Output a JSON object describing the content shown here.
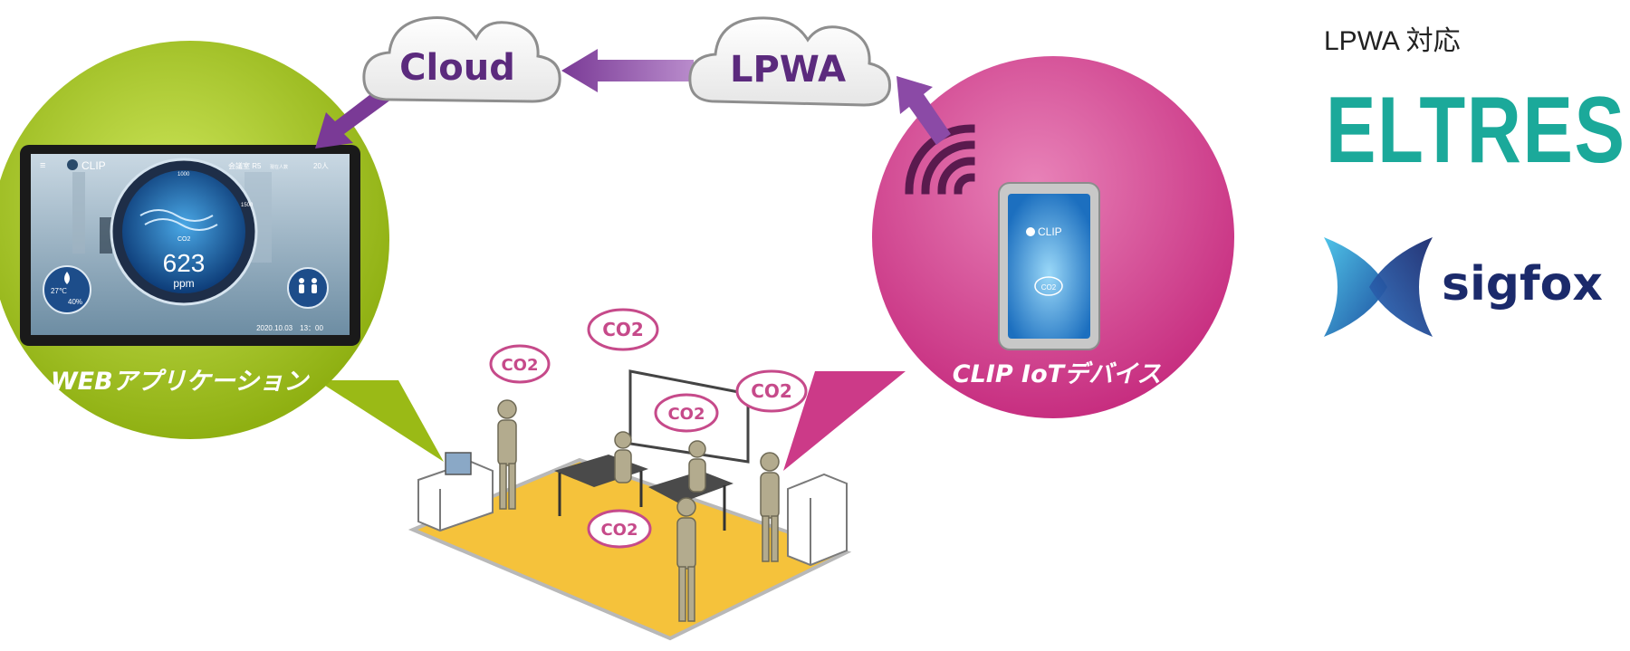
{
  "clouds": {
    "cloud_label": "Cloud",
    "lpwa_label": "LPWA"
  },
  "web_app": {
    "label": "WEBアプリケーション",
    "screen": {
      "logo": "CLIP",
      "room": "会議室 R5",
      "people_label": "現在人数",
      "people": "20人",
      "value": "623",
      "unit": "ppm",
      "co2_icon": "CO2",
      "scale_1000": "1000",
      "scale_1500": "1500",
      "temp": "27℃",
      "humidity": "40%",
      "datetime": "2020.10.03　13：00"
    }
  },
  "iot_device": {
    "label": "CLIP IoTデバイス",
    "logo": "CLIP",
    "co2_icon": "CO2"
  },
  "office": {
    "co2_label": "CO2"
  },
  "right_panel": {
    "title": "LPWA 対応",
    "eltres": "ELTRES",
    "sigfox": "sigfox"
  },
  "colors": {
    "green": "#a6c418",
    "magenta": "#d13c8a",
    "purple": "#6a3388",
    "eltres": "#1ba99a",
    "sigfox": "#1b2a6b",
    "floor": "#f5c23b"
  }
}
